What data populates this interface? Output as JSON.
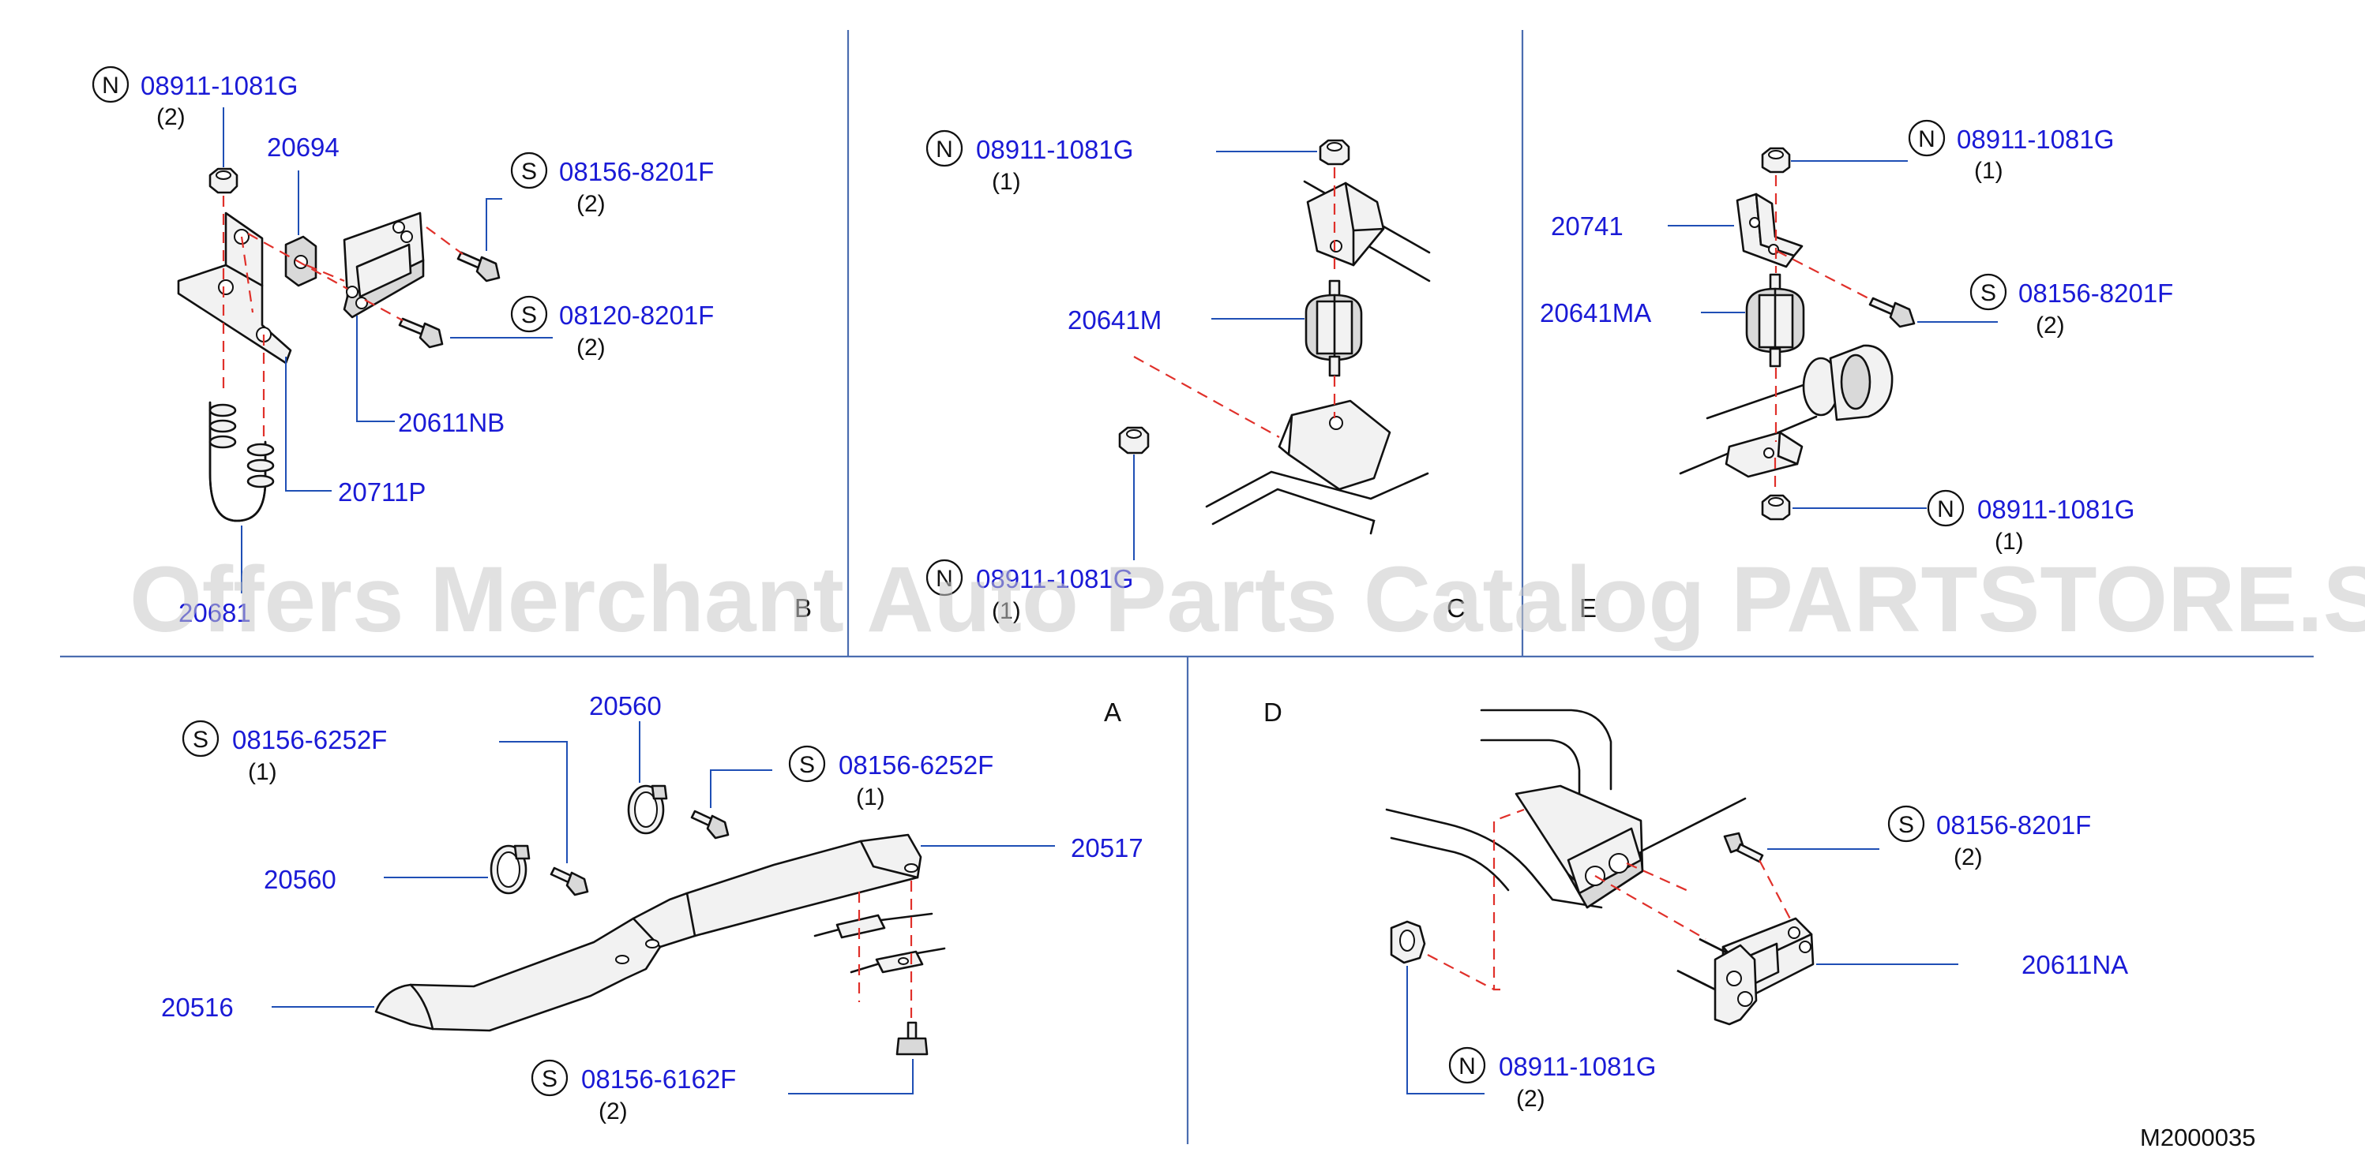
{
  "diagram_code": "M2000035",
  "watermark": "Offers Merchant Auto Parts Catalog PARTSTORE.SA",
  "sections": {
    "B": "B",
    "C": "C",
    "E": "E",
    "A": "A",
    "D": "D"
  },
  "badges": {
    "nut": "N",
    "screw": "S"
  },
  "callouts": {
    "b_nut": {
      "part": "08911-1081G",
      "qty": "(2)"
    },
    "b_20694": {
      "part": "20694"
    },
    "b_s1": {
      "part": "08156-8201F",
      "qty": "(2)"
    },
    "b_s2": {
      "part": "08120-8201F",
      "qty": "(2)"
    },
    "b_20611nb": {
      "part": "20611NB"
    },
    "b_20711p": {
      "part": "20711P"
    },
    "b_20681": {
      "part": "20681"
    },
    "c_nut_top": {
      "part": "08911-1081G",
      "qty": "(1)"
    },
    "c_20641m": {
      "part": "20641M"
    },
    "c_nut_bottom": {
      "part": "08911-1081G",
      "qty": "(1)"
    },
    "e_nut_top": {
      "part": "08911-1081G",
      "qty": "(1)"
    },
    "e_20741": {
      "part": "20741"
    },
    "e_20641ma": {
      "part": "20641MA"
    },
    "e_screw": {
      "part": "08156-8201F",
      "qty": "(2)"
    },
    "e_nut_bottom": {
      "part": "08911-1081G",
      "qty": "(1)"
    },
    "a_s_left": {
      "part": "08156-6252F",
      "qty": "(1)"
    },
    "a_20560_top": {
      "part": "20560"
    },
    "a_s_right": {
      "part": "08156-6252F",
      "qty": "(1)"
    },
    "a_20560_left": {
      "part": "20560"
    },
    "a_20517": {
      "part": "20517"
    },
    "a_20516": {
      "part": "20516"
    },
    "a_s_bottom": {
      "part": "08156-6162F",
      "qty": "(2)"
    },
    "d_screw": {
      "part": "08156-8201F",
      "qty": "(2)"
    },
    "d_20611na": {
      "part": "20611NA"
    },
    "d_nut": {
      "part": "08911-1081G",
      "qty": "(2)"
    }
  }
}
